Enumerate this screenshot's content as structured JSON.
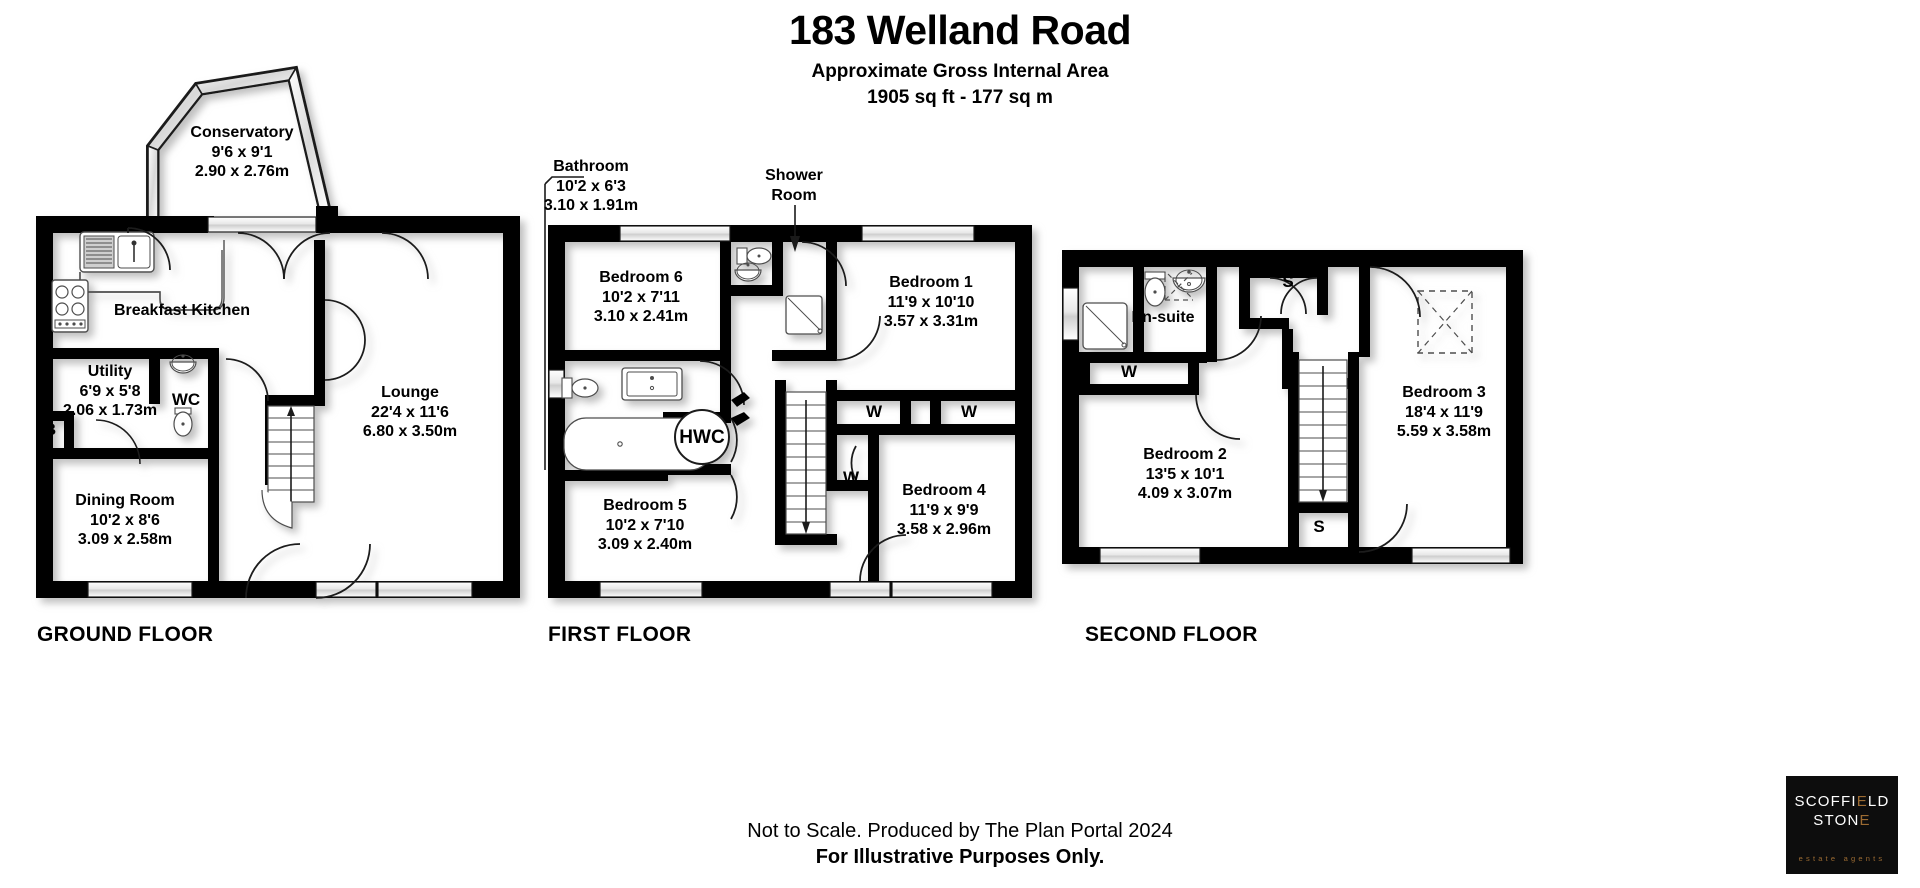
{
  "header": {
    "title": "183 Welland Road",
    "subtitle": "Approximate Gross Internal Area",
    "area": "1905 sq ft - 177 sq m"
  },
  "footer": {
    "line1": "Not to Scale. Produced by The Plan Portal 2024",
    "line2": "For Illustrative Purposes Only."
  },
  "logo": {
    "line1_a": "SCOFFI",
    "line1_e": "E",
    "line1_b": "LD",
    "line2_a": "STON",
    "line2_e": "E",
    "tagline": "estate agents",
    "accent_color": "#9c6b32",
    "background_color": "#0d0d0d"
  },
  "floors": [
    {
      "caption": "GROUND FLOOR",
      "rooms": [
        {
          "name": "Conservatory",
          "imperial": "9'6 x 9'1",
          "metric": "2.90 x 2.76m"
        },
        {
          "name": "Breakfast Kitchen",
          "imperial": "",
          "metric": ""
        },
        {
          "name": "Utility",
          "imperial": "6'9 x 5'8",
          "metric": "2.06 x 1.73m"
        },
        {
          "name": "Lounge",
          "imperial": "22'4 x 11'6",
          "metric": "6.80 x 3.50m"
        },
        {
          "name": "Dining Room",
          "imperial": "10'2 x 8'6",
          "metric": "3.09 x 2.58m"
        }
      ],
      "small_labels": [
        "WC",
        "B"
      ]
    },
    {
      "caption": "FIRST FLOOR",
      "rooms": [
        {
          "name": "Bathroom",
          "imperial": "10'2 x 6'3",
          "metric": "3.10 x 1.91m"
        },
        {
          "name": "Shower",
          "imperial": "Room",
          "metric": ""
        },
        {
          "name": "Bedroom 6",
          "imperial": "10'2 x 7'11",
          "metric": "3.10 x 2.41m"
        },
        {
          "name": "Bedroom 1",
          "imperial": "11'9 x 10'10",
          "metric": "3.57 x 3.31m"
        },
        {
          "name": "Bedroom 5",
          "imperial": "10'2 x 7'10",
          "metric": "3.09 x 2.40m"
        },
        {
          "name": "Bedroom 4",
          "imperial": "11'9 x 9'9",
          "metric": "3.58 x 2.96m"
        }
      ],
      "small_labels": [
        "HWC",
        "W",
        "W",
        "W"
      ]
    },
    {
      "caption": "SECOND FLOOR",
      "rooms": [
        {
          "name": "En-suite",
          "imperial": "",
          "metric": ""
        },
        {
          "name": "Bedroom 3",
          "imperial": "18'4 x 11'9",
          "metric": "5.59 x 3.58m"
        },
        {
          "name": "Bedroom 2",
          "imperial": "13'5 x 10'1",
          "metric": "4.09 x 3.07m"
        }
      ],
      "small_labels": [
        "S",
        "S",
        "W"
      ]
    }
  ],
  "labels": {
    "conservatory_name": "Conservatory",
    "conservatory_imp": "9'6 x 9'1",
    "conservatory_met": "2.90 x 2.76m",
    "breakfast_kitchen": "Breakfast Kitchen",
    "utility_name": "Utility",
    "utility_imp": "6'9 x 5'8",
    "utility_met": "2.06 x 1.73m",
    "wc": "WC",
    "b": "B",
    "lounge_name": "Lounge",
    "lounge_imp": "22'4 x 11'6",
    "lounge_met": "6.80 x 3.50m",
    "dining_name": "Dining Room",
    "dining_imp": "10'2 x 8'6",
    "dining_met": "3.09 x 2.58m",
    "bathroom_name": "Bathroom",
    "bathroom_imp": "10'2 x 6'3",
    "bathroom_met": "3.10 x 1.91m",
    "shower_l1": "Shower",
    "shower_l2": "Room",
    "bed6_name": "Bedroom 6",
    "bed6_imp": "10'2 x 7'11",
    "bed6_met": "3.10 x 2.41m",
    "bed1_name": "Bedroom 1",
    "bed1_imp": "11'9 x 10'10",
    "bed1_met": "3.57 x 3.31m",
    "bed5_name": "Bedroom 5",
    "bed5_imp": "10'2 x 7'10",
    "bed5_met": "3.09 x 2.40m",
    "bed4_name": "Bedroom 4",
    "bed4_imp": "11'9 x 9'9",
    "bed4_met": "3.58 x 2.96m",
    "hwc": "HWC",
    "w_ff_1": "W",
    "w_ff_2": "W",
    "w_ff_3": "W",
    "ensuite": "En-suite",
    "w_sf": "W",
    "s_sf_1": "S",
    "s_sf_2": "S",
    "bed3_name": "Bedroom 3",
    "bed3_imp": "18'4 x 11'9",
    "bed3_met": "5.59 x 3.58m",
    "bed2_name": "Bedroom 2",
    "bed2_imp": "13'5 x 10'1",
    "bed2_met": "4.09 x 3.07m",
    "ground_floor": "GROUND FLOOR",
    "first_floor": "FIRST FLOOR",
    "second_floor": "SECOND FLOOR"
  }
}
